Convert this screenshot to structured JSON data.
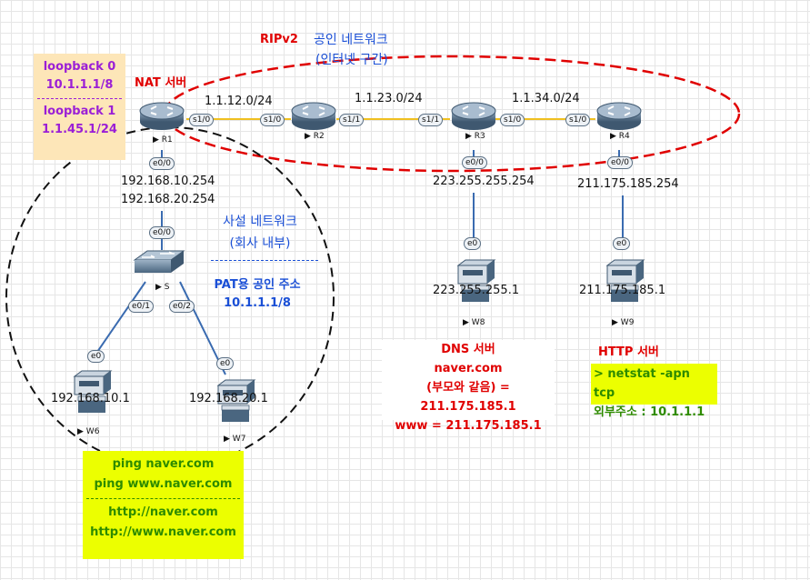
{
  "areas": {
    "public_title": "공인 네트워크",
    "public_subtitle": "(인터넷 구간)",
    "rip_label": "RIPv2",
    "private_title": "사설 네트워크",
    "private_subtitle": "(회사 내부)",
    "pat_title": "PAT용 공인 주소",
    "pat_address": "10.1.1.1/8"
  },
  "loopbacks": {
    "lo0_label": "loopback 0",
    "lo0_addr": "10.1.1.1/8",
    "lo1_label": "loopback 1",
    "lo1_addr": "1.1.45.1/24"
  },
  "nat_label": "NAT 서버",
  "routers": {
    "r1": "R1",
    "r2": "R2",
    "r3": "R3",
    "r4": "R4"
  },
  "switch_name": "S",
  "hosts": {
    "w6": "W6",
    "w7": "W7",
    "w8": "W8",
    "w9": "W9"
  },
  "subnets": {
    "r1_r2": "1.1.12.0/24",
    "r2_r3": "1.1.23.0/24",
    "r3_r4": "1.1.34.0/24"
  },
  "ports": {
    "r1_s10": "s1/0",
    "r2_s10": "s1/0",
    "r2_s11": "s1/1",
    "r3_s11": "s1/1",
    "r3_s10": "s1/0",
    "r4_s10": "s1/0",
    "r1_e00": "e0/0",
    "s_e00": "e0/0",
    "s_e01": "e0/1",
    "s_e02": "e0/2",
    "w6_e0": "e0",
    "w7_e0": "e0",
    "r3_e00": "e0/0",
    "w8_e0": "e0",
    "r4_e00": "e0/0",
    "w9_e0": "e0"
  },
  "ips": {
    "r1_gw1": "192.168.10.254",
    "r1_gw2": "192.168.20.254",
    "w6": "192.168.10.1",
    "w7": "192.168.20.1",
    "r3_e0": "223.255.255.254",
    "w8": "223.255.255.1",
    "r4_e0": "211.175.185.254",
    "w9": "211.175.185.1"
  },
  "dns_note": {
    "title": "DNS 서버",
    "domain": "naver.com",
    "record1": "(부모와 같음) = 211.175.185.1",
    "record2": "www = 211.175.185.1"
  },
  "http_note": {
    "title": "HTTP 서버",
    "cmd": "> netstat -apn tcp",
    "result": "외부주소 : 10.1.1.1"
  },
  "client_note": {
    "line1": "ping naver.com",
    "line2": "ping www.naver.com",
    "line3": "http://naver.com",
    "line4": "http://www.naver.com"
  },
  "colors": {
    "loopback_bg": "#fde6b8",
    "loopback_text": "#9b1fd6",
    "note_yellow": "#ecff00",
    "note_green": "#2e8b00",
    "red": "#e00000",
    "blue": "#1a4fd6",
    "link_yellow": "#f0c020",
    "link_blue": "#3a6bb0"
  }
}
